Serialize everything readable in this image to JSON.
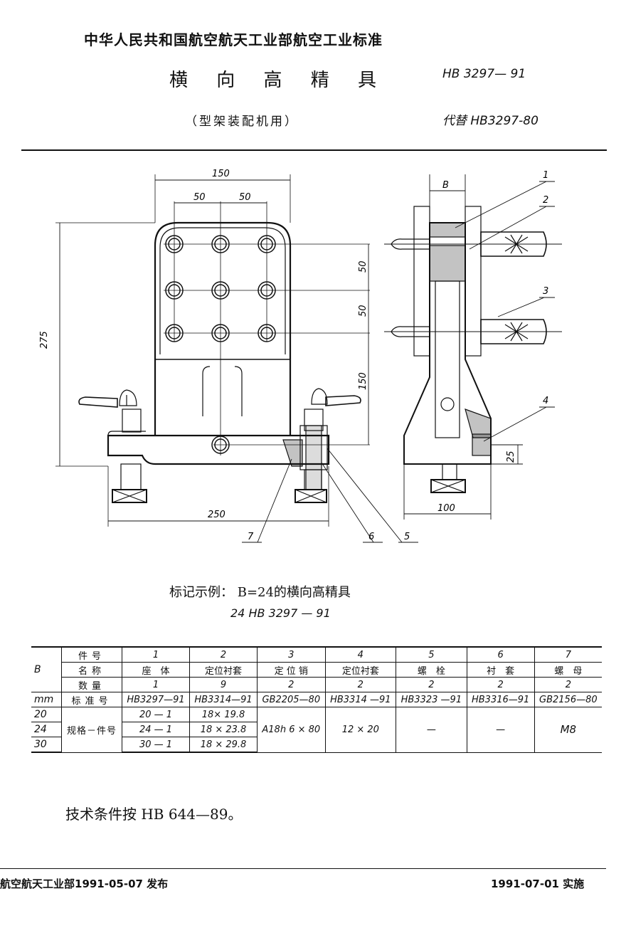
{
  "header": {
    "org": "中华人民共和国航空航天工业部航空工业标准",
    "title": "横 向 高 精 具",
    "subtitle": "（型架装配机用）",
    "std_no": "HB  3297— 91",
    "replaces": "代替  HB3297-80"
  },
  "drawing": {
    "dims": {
      "w150": "150",
      "w50a": "50",
      "w50b": "50",
      "h275": "275",
      "v50a": "50",
      "v50b": "50",
      "v150": "150",
      "w250": "250",
      "b_label": "B",
      "w100": "100",
      "h25": "25"
    },
    "callouts": [
      "1",
      "2",
      "3",
      "4",
      "5",
      "6",
      "7"
    ]
  },
  "marking": {
    "line1": "标记示例：  B=24的横向高精具",
    "line2": "24 HB 3297 — 91"
  },
  "table": {
    "b_header": "B",
    "mm": "mm",
    "labels": {
      "part_no": "件号",
      "name": "名称",
      "qty": "数量",
      "std": "标准号",
      "spec": "规格－件号"
    },
    "part_nos": [
      "1",
      "2",
      "3",
      "4",
      "5",
      "6",
      "7"
    ],
    "names": [
      "座　体",
      "定位衬套",
      "定 位 销",
      "定位衬套",
      "螺　栓",
      "衬　套",
      "螺　母"
    ],
    "qtys": [
      "1",
      "9",
      "2",
      "2",
      "2",
      "2",
      "2"
    ],
    "stds": [
      "HB3297—91",
      "HB3314—91",
      "GB2205—80",
      "HB3314 —91",
      "HB3323 —91",
      "HB3316—91",
      "GB2156—80"
    ],
    "b_values": [
      "20",
      "24",
      "30"
    ],
    "col1": [
      "20 — 1",
      "24 — 1",
      "30 — 1"
    ],
    "col2": [
      "18× 19.8",
      "18 × 23.8",
      "18 × 29.8"
    ],
    "col3": "A18h 6 × 80",
    "col4": "12 × 20",
    "col5": "—",
    "col6": "—",
    "col7": "M8"
  },
  "tech_note": "技术条件按 HB 644—89。",
  "footer": {
    "issued": "航空航天工业部1991-05-07 发布",
    "effective": "1991-07-01  实施"
  }
}
